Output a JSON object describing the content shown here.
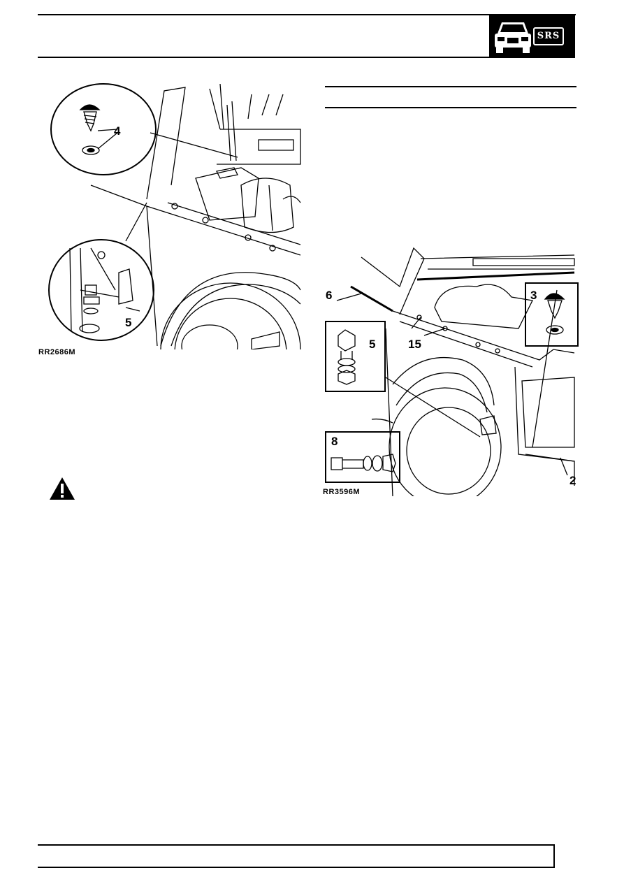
{
  "header": {
    "badge_label": "SRS"
  },
  "figure_left": {
    "caption": "RR2686M",
    "callouts": [
      "4",
      "5"
    ]
  },
  "figure_right": {
    "caption": "RR3596M",
    "callouts": [
      "6",
      "5",
      "15",
      "3",
      "8",
      "2"
    ]
  },
  "icons": {
    "warning": "warning-triangle-icon",
    "vehicle": "vehicle-front-icon"
  }
}
